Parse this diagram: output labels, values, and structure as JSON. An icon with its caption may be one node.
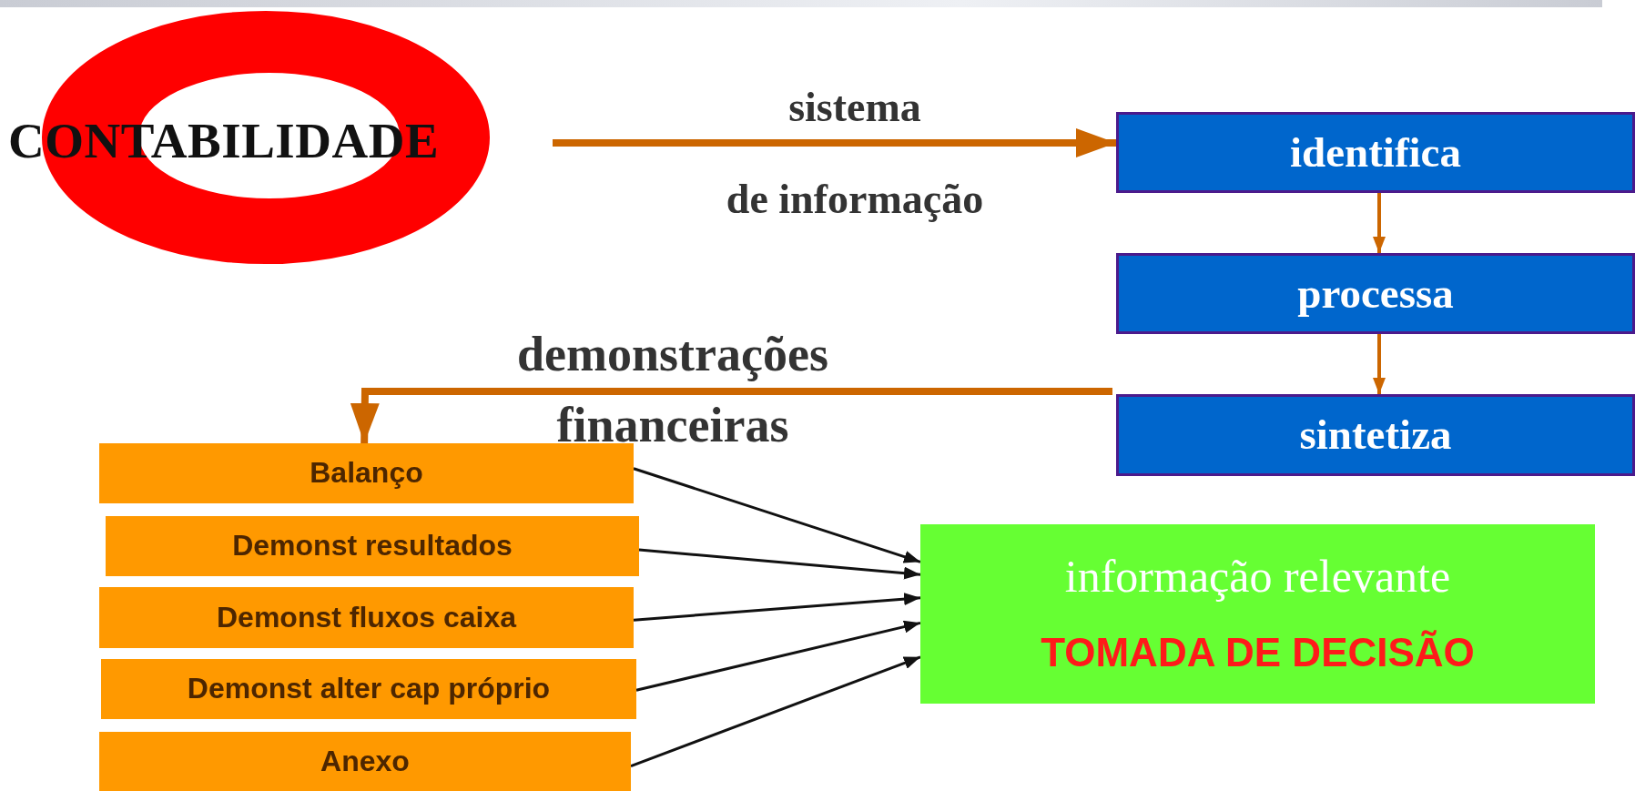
{
  "diagram": {
    "nodes": [
      {
        "text": [
          "CONTABILIDADE"
        ]
      },
      {
        "text": [
          "identifica"
        ]
      },
      {
        "text": [
          "processa"
        ]
      },
      {
        "text": [
          "sintetiza"
        ]
      },
      {
        "text": [
          "Balanço"
        ]
      },
      {
        "text": [
          "Demonst resultados"
        ]
      },
      {
        "text": [
          "Demonst fluxos caixa"
        ]
      },
      {
        "text": [
          "Demonst alter cap próprio"
        ]
      },
      {
        "text": [
          "Anexo"
        ]
      },
      {
        "text": [
          "informação relevante",
          "TOMADA DE DECISÃO"
        ]
      }
    ],
    "edges": [
      {
        "from": 0,
        "to": 1,
        "arrow": "to",
        "style": "thick",
        "color": "#cc6600"
      },
      {
        "from": 1,
        "to": 2,
        "arrow": "to",
        "color": "#cc6600"
      },
      {
        "from": 2,
        "to": 3,
        "arrow": "to",
        "color": "#cc6600"
      },
      {
        "from": 3,
        "to": 4,
        "arrow": "to",
        "style": "thick",
        "color": "#cc6600"
      },
      {
        "from": 4,
        "to": 9,
        "arrow": "to"
      },
      {
        "from": 5,
        "to": 9,
        "arrow": "to"
      },
      {
        "from": 6,
        "to": 9,
        "arrow": "to"
      },
      {
        "from": 7,
        "to": 9,
        "arrow": "to"
      },
      {
        "from": 8,
        "to": 9,
        "arrow": "to"
      }
    ],
    "labels": [
      "sistema",
      "de informação",
      "demonstrações",
      "financeiras"
    ]
  }
}
